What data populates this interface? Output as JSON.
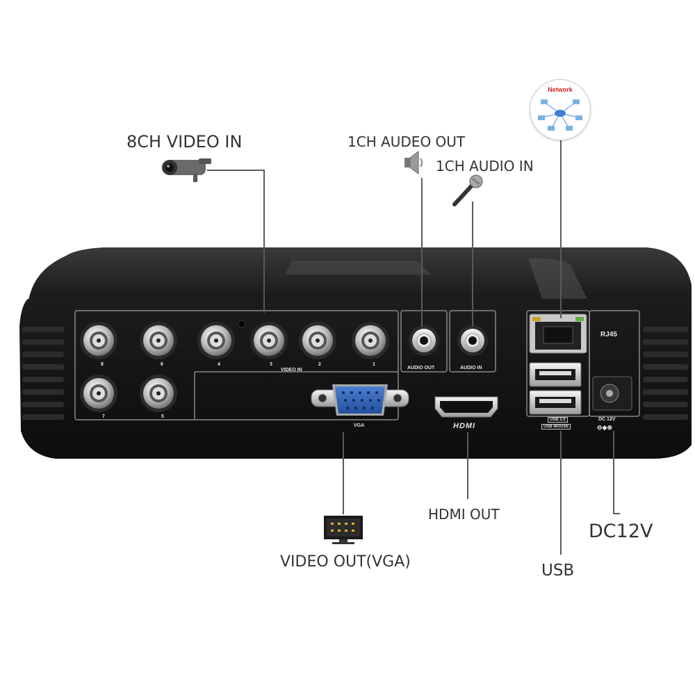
{
  "callouts": {
    "video_in": "8CH VIDEO IN",
    "audio_out": "1CH AUDEO OUT",
    "audio_in": "1CH AUDIO IN",
    "hdmi_out": "HDMI OUT",
    "vga_out": "VIDEO OUT(VGA)",
    "usb": "USB",
    "dc12v": "DC12V"
  },
  "network_badge": "Network",
  "panel": {
    "bnc_numbers": [
      "8",
      "6",
      "4",
      "3",
      "2",
      "1",
      "7",
      "5"
    ],
    "video_in": "VIDEO IN",
    "audio_out": "AUDIO OUT",
    "audio_in": "AUDIO IN",
    "vga": "VGA",
    "hdmi": "HDMI",
    "rj45": "RJ45",
    "usb_line1": "USB 2.0",
    "usb_line2": "USB MOUSE",
    "dc12v": "DC 12V",
    "polarity": "⊖◆⊕"
  },
  "icons": [
    "camera-icon",
    "speaker-icon",
    "microphone-icon",
    "network-icon",
    "monitor-icon"
  ]
}
